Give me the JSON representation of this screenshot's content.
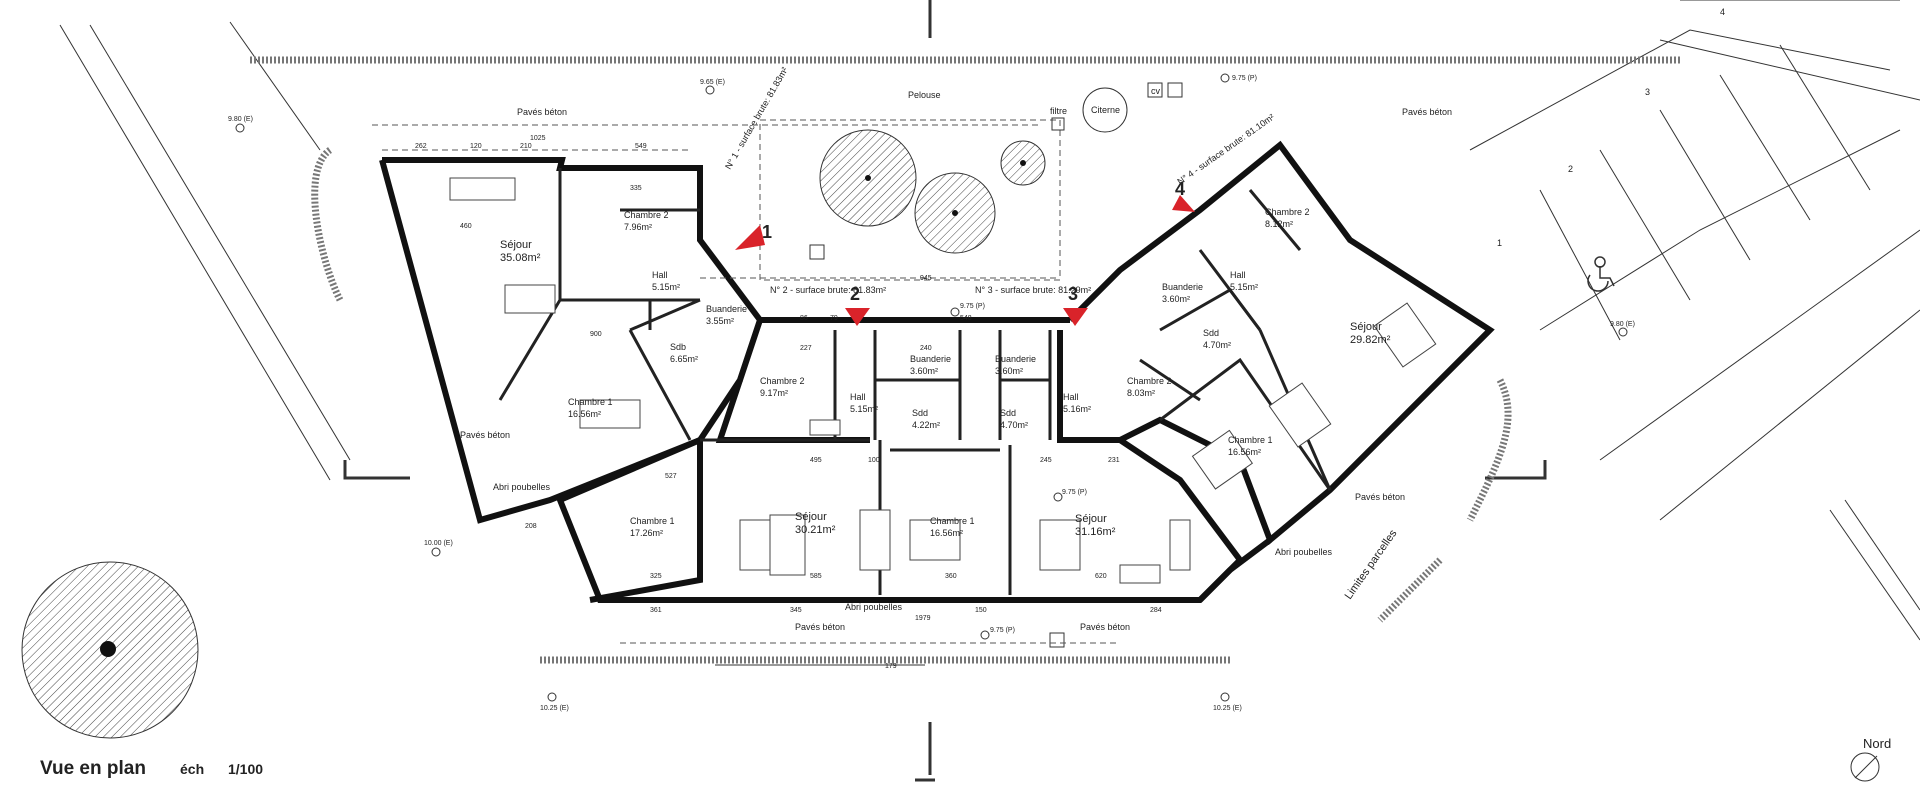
{
  "title": {
    "main": "Vue en plan",
    "scale_label": "éch",
    "scale_value": "1/100",
    "north": "Nord"
  },
  "site": {
    "pelouse": "Pelouse",
    "paves_top_left": "Pavés béton",
    "paves_top_right": "Pavés béton",
    "paves_left": "Pavés béton",
    "paves_bottom_left": "Pavés béton",
    "paves_bottom_right": "Pavés béton",
    "paves_right": "Pavés béton",
    "citerne": "Citerne",
    "filtre": "filtre",
    "cv": "cv",
    "limites": "Limites parcelles",
    "abri_left": "Abri poubelles",
    "abri_bottom": "Abri poubelles",
    "abri_right": "Abri poubelles",
    "parking": [
      "1",
      "2",
      "3",
      "4"
    ]
  },
  "levels": [
    "9.65 (E)",
    "9.80 (E)",
    "9.75 (P)",
    "9.75 (P)",
    "9.75 (P)",
    "9.75 (P)",
    "10.00 (E)",
    "10.25 (E)",
    "10.25 (E)",
    "9.80 (E)"
  ],
  "markers": [
    {
      "num": "1",
      "text": "N° 1 - surface brute: 81.83m²"
    },
    {
      "num": "2",
      "text": "N° 2 - surface brute: 81.83m²"
    },
    {
      "num": "3",
      "text": "N° 3 - surface brute: 81.29m²"
    },
    {
      "num": "4",
      "text": "N° 4 - surface brute: 81.10m²"
    }
  ],
  "rooms": {
    "sejour_1": [
      "Séjour",
      "35.08m²"
    ],
    "chambre2_1": [
      "Chambre 2",
      "7.96m²"
    ],
    "hall_1": [
      "Hall",
      "5.15m²"
    ],
    "buanderie_1": [
      "Buanderie",
      "3.55m²"
    ],
    "sdb_1": [
      "Sdb",
      "6.65m²"
    ],
    "chambre1_1": [
      "Chambre 1",
      "16.56m²"
    ],
    "chambre2_2": [
      "Chambre 2",
      "9.17m²"
    ],
    "hall_2": [
      "Hall",
      "5.15m²"
    ],
    "buanderie_2": [
      "Buanderie",
      "3.60m²"
    ],
    "sdd_2": [
      "Sdd",
      "4.22m²"
    ],
    "sejour_2": [
      "Séjour",
      "30.21m²"
    ],
    "chambre1_2": [
      "Chambre 1",
      "17.26m²"
    ],
    "buanderie_3": [
      "Buanderie",
      "3.60m²"
    ],
    "sdd_3": [
      "Sdd",
      "4.70m²"
    ],
    "hall_3": [
      "Hall",
      "5.16m²"
    ],
    "chambre1_3": [
      "Chambre 1",
      "16.56m²"
    ],
    "sejour_3": [
      "Séjour",
      "31.16m²"
    ],
    "chambre2_3": [
      "Chambre 2",
      "8.03m²"
    ],
    "chambre2_4": [
      "Chambre 2",
      "8.12m²"
    ],
    "hall_4": [
      "Hall",
      "5.15m²"
    ],
    "buanderie_4": [
      "Buanderie",
      "3.60m²"
    ],
    "sdd_4": [
      "Sdd",
      "4.70m²"
    ],
    "sejour_4": [
      "Séjour",
      "29.82m²"
    ],
    "chambre1_4": [
      "Chambre 1",
      "16.56m²"
    ]
  },
  "dims": {
    "d262": "262",
    "d120": "120",
    "d210": "210",
    "d549": "549",
    "d1025": "1025",
    "d335": "335",
    "d460": "460",
    "d900": "900",
    "d527": "527",
    "d495": "495",
    "d100": "100",
    "d585": "585",
    "d345": "345",
    "d361": "361",
    "d325": "325",
    "d360": "360",
    "d150": "150",
    "d179": "179",
    "d620": "620",
    "d284": "284",
    "d245": "245",
    "d231": "231",
    "d945": "945",
    "d548": "548",
    "d227": "227",
    "d86": "86",
    "d79": "79",
    "d240": "240",
    "d1979": "1979",
    "d208": "208"
  },
  "colors": {
    "accent": "#d9232a",
    "line": "#111111"
  }
}
